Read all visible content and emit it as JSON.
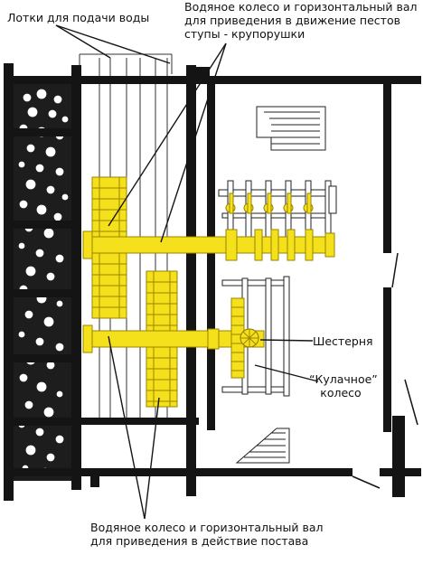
{
  "labels": {
    "flumes": "Лотки для подачи воды",
    "wheel_top_1": "Водяное колесо и горизонтальный вал",
    "wheel_top_2": "для приведения в движение пестов",
    "wheel_top_3": "ступы - крупорушки",
    "gear": "Шестерня",
    "cam_1": "“Кулачное”",
    "cam_2": "колесо",
    "wheel_bottom_1": "Водяное колесо и горизонтальный вал",
    "wheel_bottom_2": "для приведения в действие постава"
  },
  "colors": {
    "wall": "#141414",
    "wheel": "#f5e11b",
    "wheel_stroke": "#9a8500",
    "stone": "#ffffff"
  }
}
